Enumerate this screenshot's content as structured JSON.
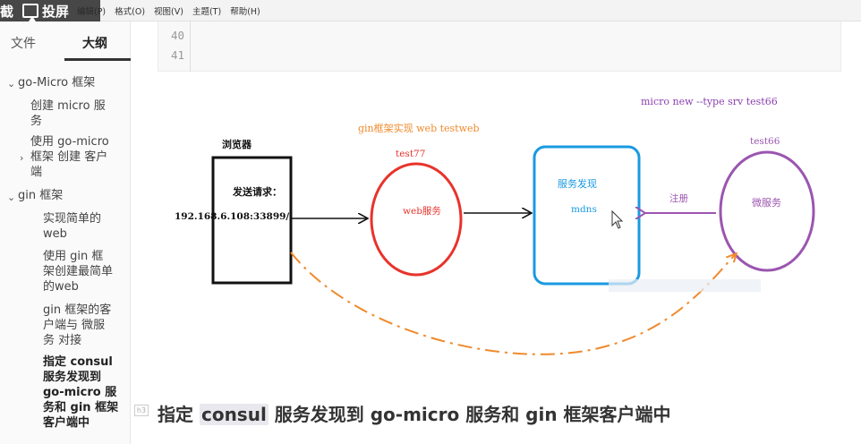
{
  "menubar": {
    "items": [
      "编辑(P)",
      "格式(O)",
      "视图(V)",
      "主题(T)",
      "帮助(H)"
    ],
    "overlay_left": "截",
    "overlay_right": "投屏"
  },
  "sidebar": {
    "tab_files": "文件",
    "tab_outline": "大纲",
    "items": [
      {
        "label": "go-Micro 框架"
      },
      {
        "label": "创建 micro 服务"
      },
      {
        "label": "使用 go-micro 框架 创建 客户端"
      },
      {
        "label": "gin 框架"
      },
      {
        "label": "实现简单的web"
      },
      {
        "label": "使用 gin 框架创建最简单的web"
      },
      {
        "label": "gin 框架的客户端与 微服务 对接"
      },
      {
        "label": "指定 consul 服务发现到 go-micro 服务和 gin 框架客户端中"
      }
    ]
  },
  "code": {
    "line_numbers": [
      "40",
      "41"
    ]
  },
  "diagram": {
    "command": "micro new --type srv test66",
    "gin_label": "gin框架实现 web testweb",
    "browser_title": "浏览器",
    "send_request": "发送请求：",
    "url": "192.168.6.108:33899/",
    "test77": "test77",
    "web_service": "web服务",
    "service_discovery": "服务发现",
    "mdns": "mdns",
    "register": "注册",
    "test66": "test66",
    "micro_service": "微服务",
    "colors": {
      "black": "#111111",
      "red": "#e8332b",
      "blue": "#1a9ae0",
      "purple": "#9b55b0",
      "orange": "#f08a2c",
      "command_purple": "#8b3fb0"
    }
  },
  "heading": {
    "tag": "h3",
    "prefix": "指定 ",
    "highlight": "consul",
    "suffix": " 服务发现到 go-micro 服务和 gin 框架客户端中"
  }
}
